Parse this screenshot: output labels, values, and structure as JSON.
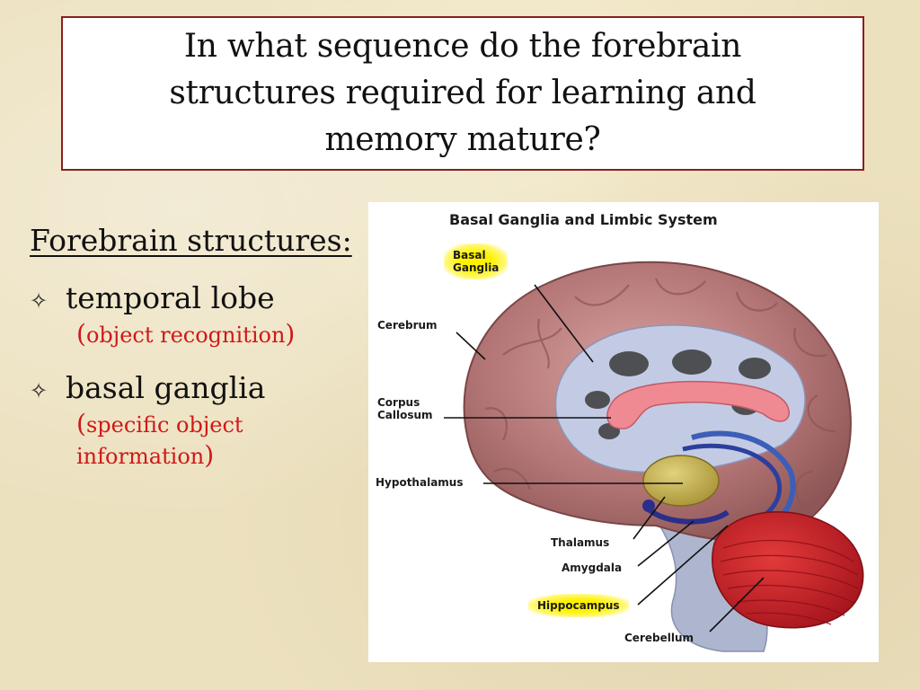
{
  "slide": {
    "title": "In what sequence do the forebrain structures required for learning and memory mature?",
    "heading": "Forebrain structures:",
    "bullets": [
      {
        "icon": "four-pointed-star-icon",
        "text": "temporal lobe",
        "detail": "object recognition"
      },
      {
        "icon": "four-pointed-star-icon",
        "text": "basal ganglia",
        "detail": "specific object information"
      }
    ],
    "paren_open": "(",
    "paren_close": ")"
  },
  "figure": {
    "title": "Basal Ganglia and Limbic System",
    "labels": {
      "basal_ganglia_1": "Basal",
      "basal_ganglia_2": "Ganglia",
      "cerebrum": "Cerebrum",
      "corpus_1": "Corpus",
      "corpus_2": "Callosum",
      "hypothalamus": "Hypothalamus",
      "thalamus": "Thalamus",
      "amygdala": "Amygdala",
      "hippocampus": "Hippocampus",
      "cerebellum": "Cerebellum"
    }
  },
  "colors": {
    "title_border": "#8a1f1f",
    "detail_text": "#d01818",
    "highlight": "#fff200",
    "cortex": "#b57a7a",
    "cerebellum": "#c8202a"
  }
}
